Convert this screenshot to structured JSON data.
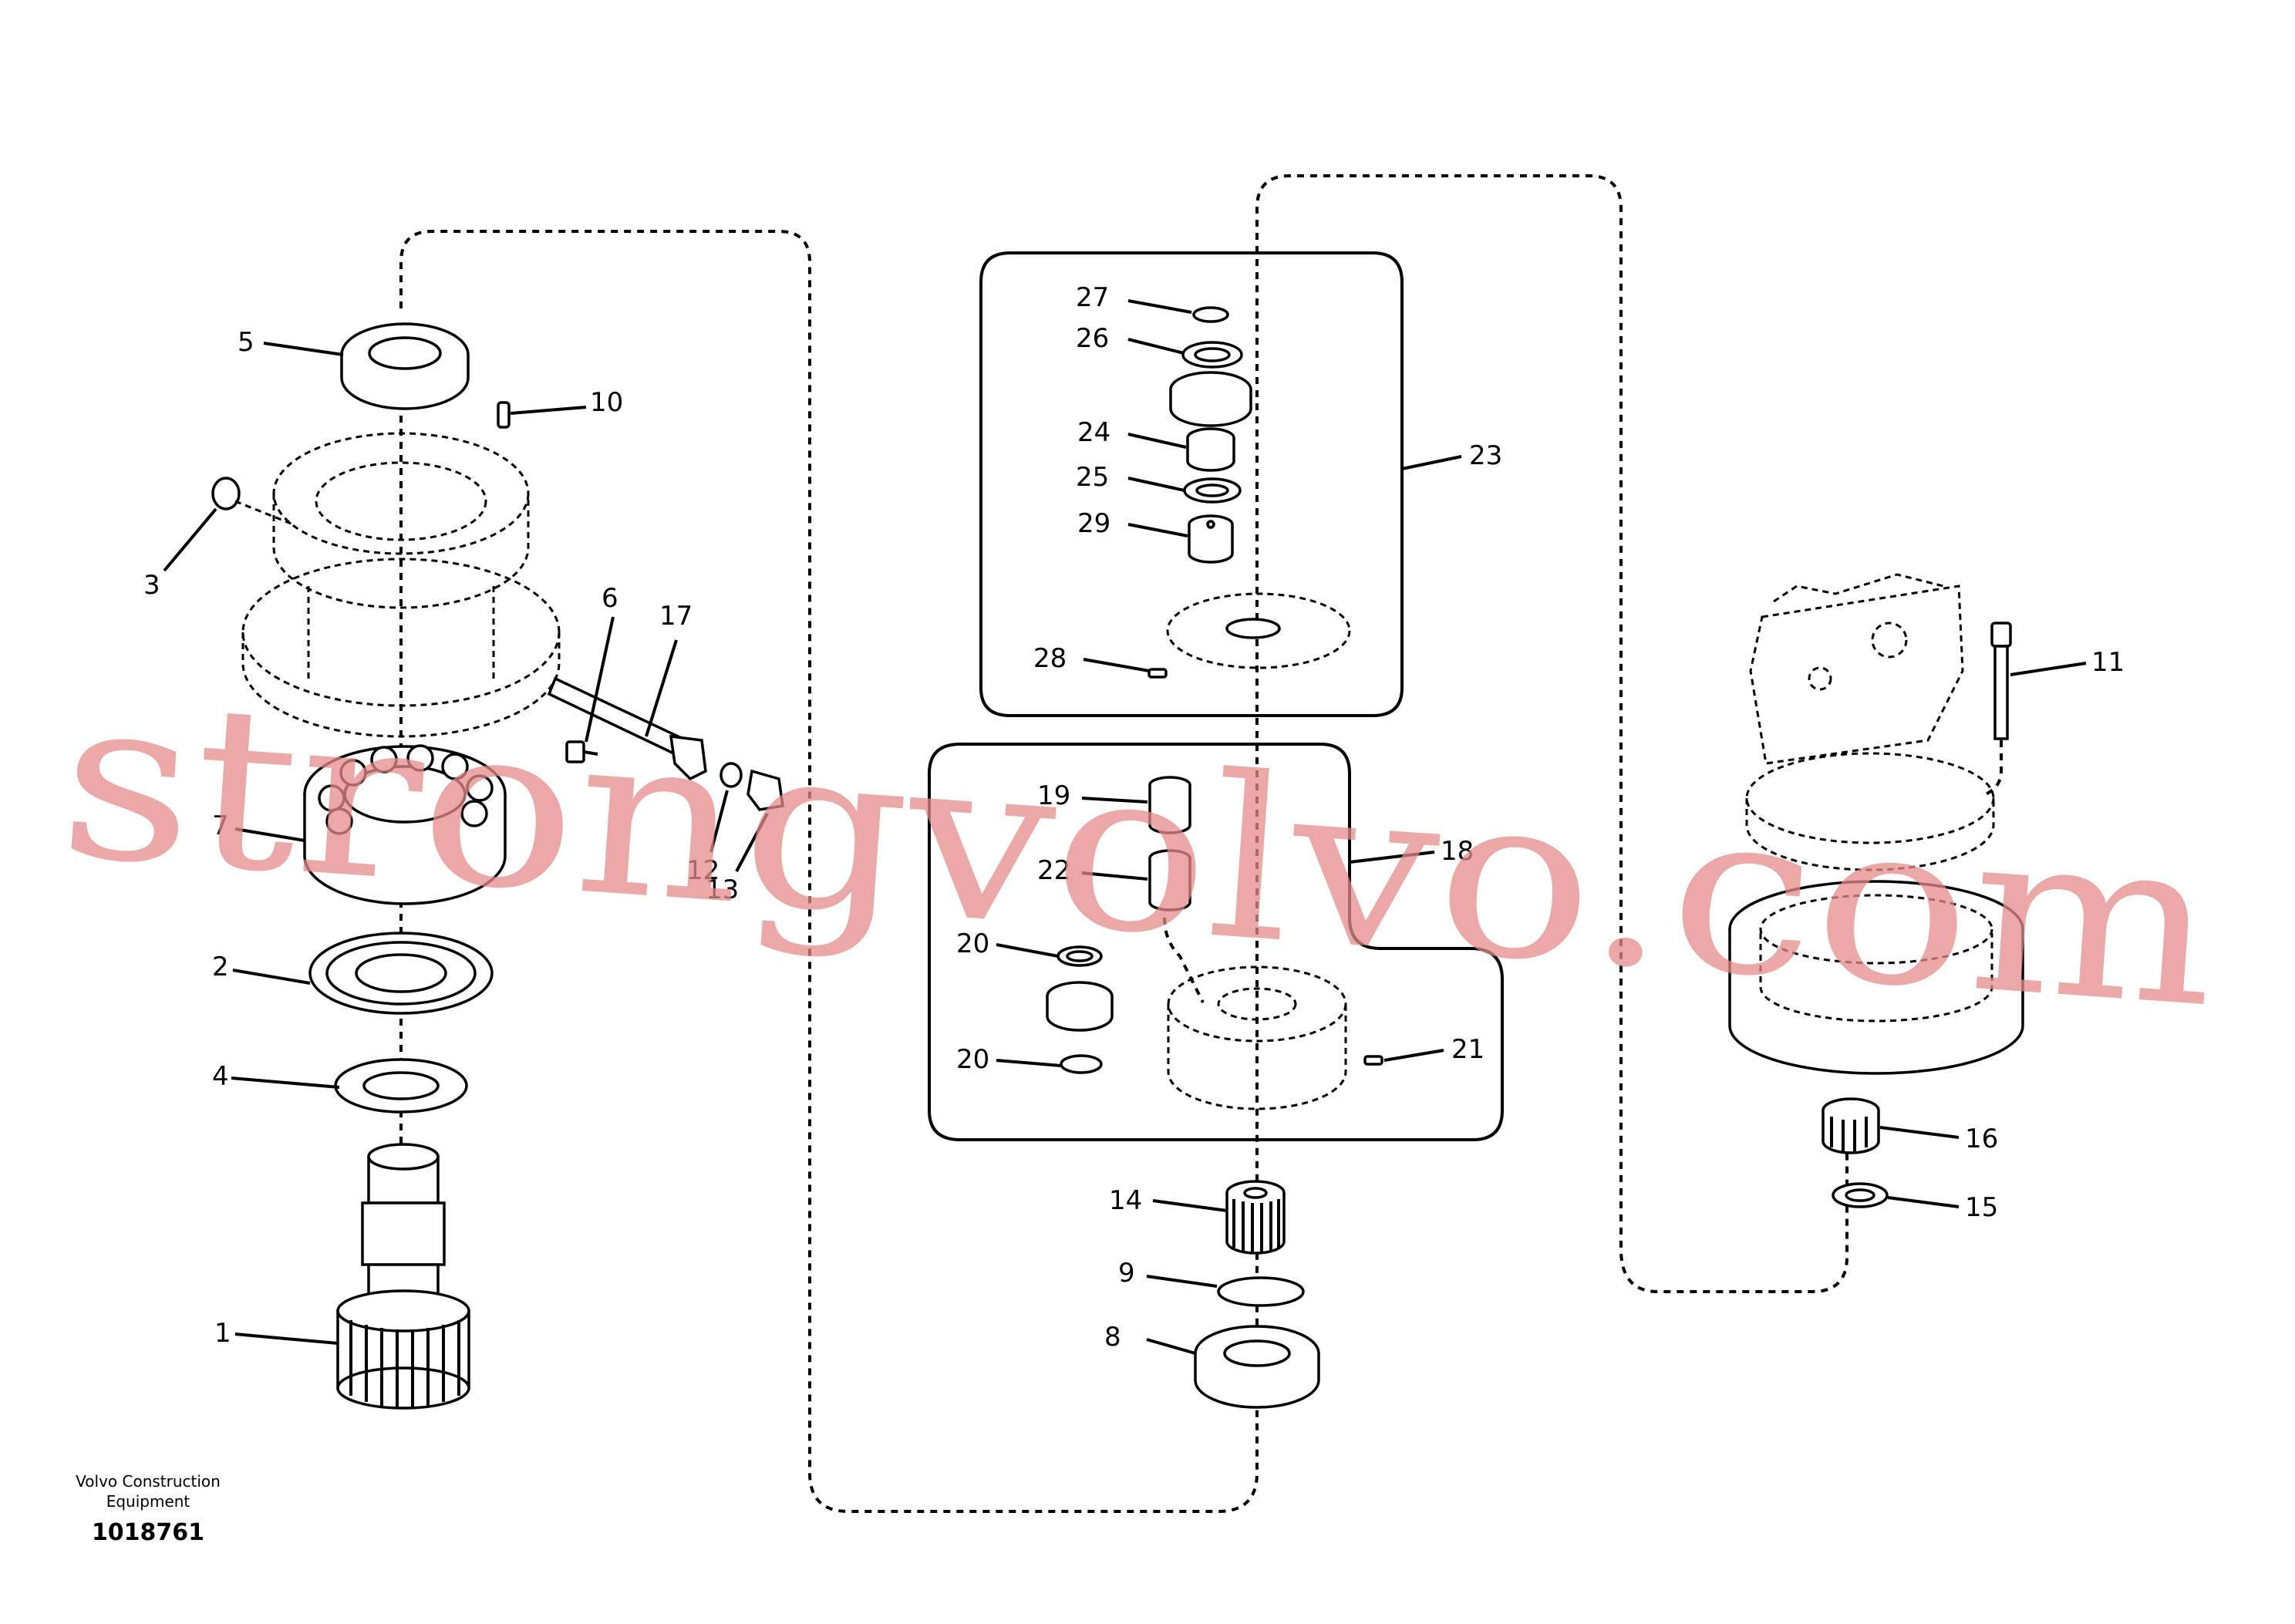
{
  "brand": {
    "line1": "Volvo Construction",
    "line2": "Equipment"
  },
  "document_number": "1018761",
  "watermark": "strongvolvo.com",
  "callouts": [
    "1",
    "2",
    "3",
    "4",
    "5",
    "6",
    "7",
    "8",
    "9",
    "10",
    "11",
    "12",
    "13",
    "14",
    "15",
    "16",
    "17",
    "18",
    "19",
    "20",
    "21",
    "22",
    "23",
    "24",
    "25",
    "26",
    "27",
    "28",
    "29"
  ],
  "colors": {
    "line": "#000000",
    "watermark": "#e58a8a",
    "background": "#ffffff"
  }
}
